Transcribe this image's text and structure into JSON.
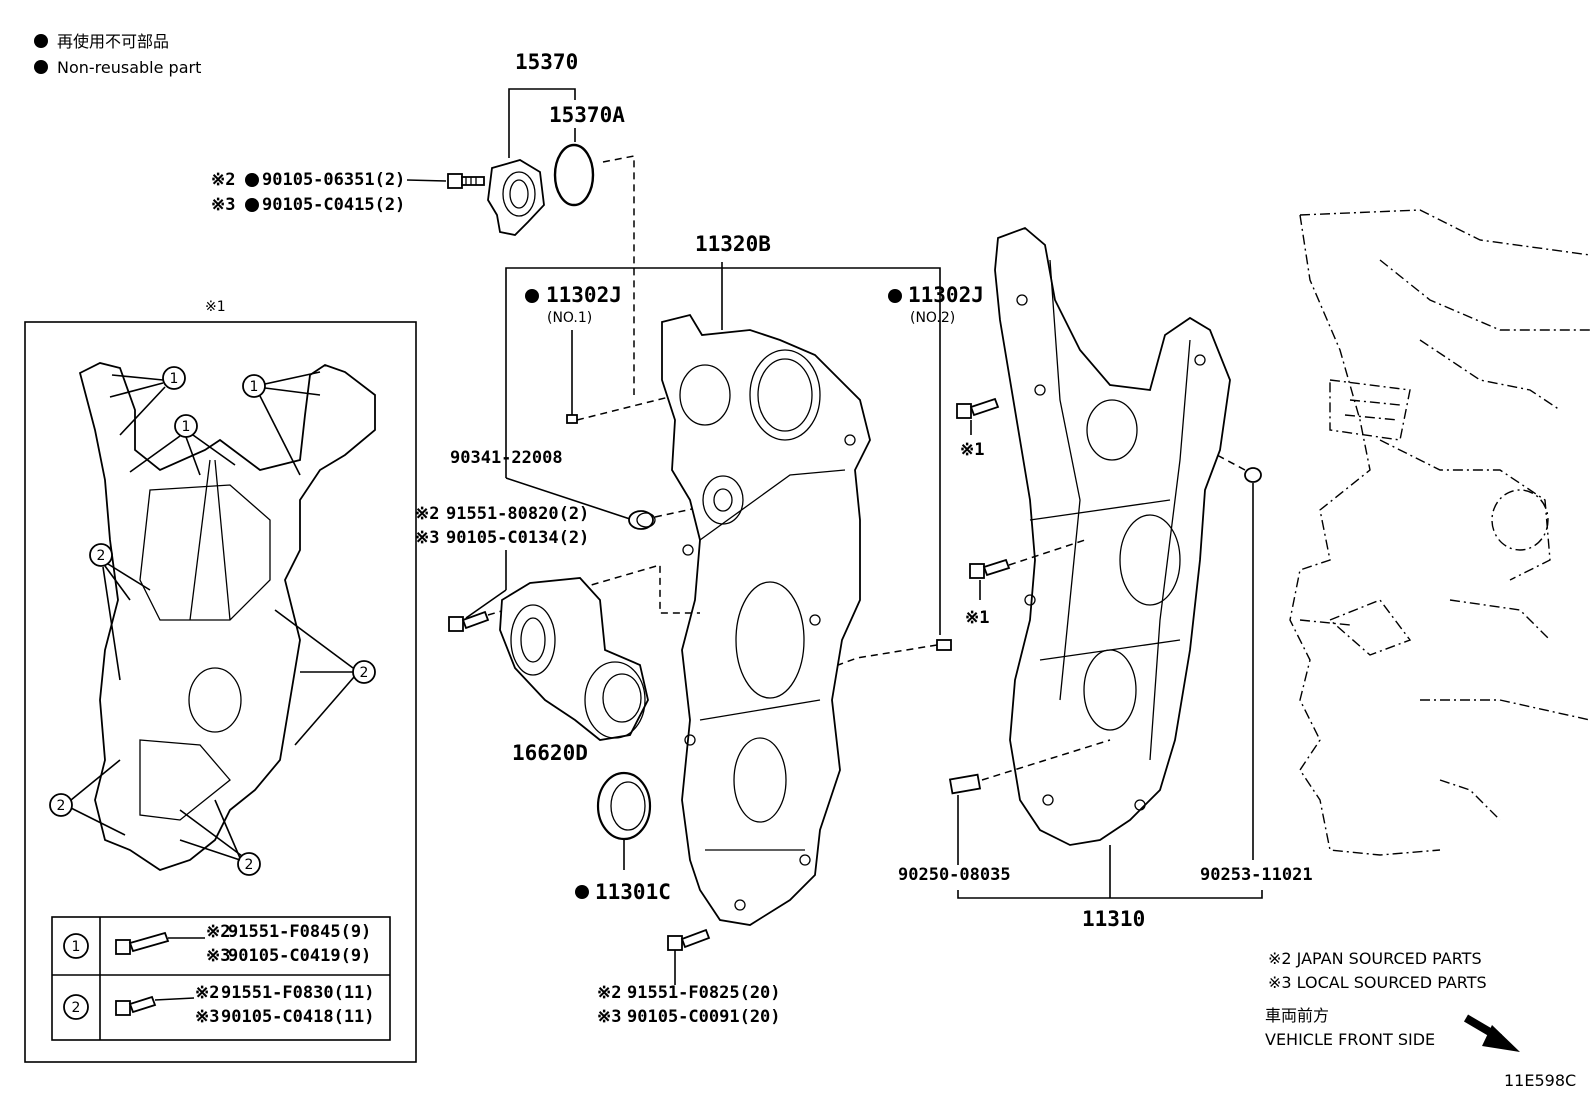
{
  "legend": {
    "jp": "再使用不可部品",
    "en": "Non-reusable part"
  },
  "parts": {
    "p15370": "15370",
    "p15370A": "15370A",
    "p11320B": "11320B",
    "p11302J_1": "11302J",
    "p11302J_1_sub": "(NO.1)",
    "p11302J_2": "11302J",
    "p11302J_2_sub": "(NO.2)",
    "p90341": "90341-22008",
    "p16620D": "16620D",
    "p11301C": "11301C",
    "p11310": "11310",
    "p90250": "90250-08035",
    "p90253": "90253-11021"
  },
  "bolts": {
    "a_m2": "※2",
    "a_2": "90105-06351(2)",
    "a_m3": "※3",
    "a_3": "90105-C0415(2)",
    "b_m2": "※2",
    "b_2": "91551-80820(2)",
    "b_m3": "※3",
    "b_3": "90105-C0134(2)",
    "c_m2": "※2",
    "c_2": "91551-F0825(20)",
    "c_m3": "※3",
    "c_3": "90105-C0091(20)",
    "x1_a": "※1",
    "x1_b": "※1"
  },
  "detail_box": {
    "mark": "※1",
    "callout_1": "1",
    "callout_2": "2",
    "row1_num": "1",
    "row1_m2": "※2",
    "row1_2": "91551-F0845(9)",
    "row1_m3": "※3",
    "row1_3": "90105-C0419(9)",
    "row2_num": "2",
    "row2_m2": "※2",
    "row2_2": "91551-F0830(11)",
    "row2_m3": "※3",
    "row2_3": "90105-C0418(11)"
  },
  "notes": {
    "japan": "※2 JAPAN SOURCED PARTS",
    "local": "※3 LOCAL SOURCED PARTS",
    "front_jp": "車両前方",
    "front_en": "VEHICLE FRONT SIDE",
    "code": "11E598C"
  }
}
